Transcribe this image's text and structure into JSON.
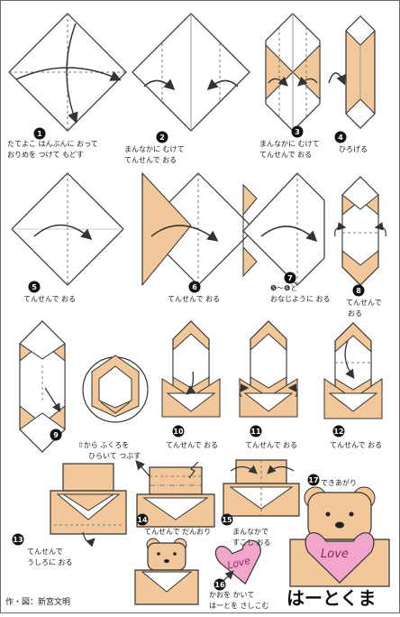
{
  "title": "はーとくま",
  "credit": "作・図：新宮文明",
  "colors": {
    "paper": "#f2c89a",
    "line": "#333333",
    "fold": "#7a7a7a",
    "white": "#ffffff",
    "heart": "#f2a6cc",
    "heartText": "#8c2a66"
  },
  "steps": [
    {
      "num": "1",
      "caption": [
        "たてよこ はんぶんに おって",
        "おりめを つけて もどす"
      ]
    },
    {
      "num": "2",
      "caption": [
        "まんなかに むけて",
        "てんせんで おる"
      ]
    },
    {
      "num": "3",
      "caption": [
        "まんなかに むけて",
        "てんせんで おる"
      ]
    },
    {
      "num": "4",
      "caption": [
        "ひろげる"
      ]
    },
    {
      "num": "5",
      "caption": [
        "てんせんで おる"
      ]
    },
    {
      "num": "6",
      "caption": [
        "てんせんで おる"
      ]
    },
    {
      "num": "7",
      "caption": [
        "❺～❻と",
        "おなじように おる"
      ]
    },
    {
      "num": "8",
      "caption": [
        "てんせんで",
        "おる"
      ]
    },
    {
      "num": "9",
      "caption": [
        "⇧から ふくろを",
        "ひらいて つぶす"
      ]
    },
    {
      "num": "10",
      "caption": [
        "てんせんで おる"
      ]
    },
    {
      "num": "11",
      "caption": [
        "てんせんで おる"
      ]
    },
    {
      "num": "12",
      "caption": [
        "てんせんで おる"
      ]
    },
    {
      "num": "13",
      "caption": [
        "てんせんで",
        "うしろに おる"
      ]
    },
    {
      "num": "14",
      "caption": [
        "てんせんで だんおり"
      ]
    },
    {
      "num": "15",
      "caption": [
        "まんなかで",
        "すこし おる"
      ]
    },
    {
      "num": "16",
      "caption": [
        "かおを かいて",
        "はーとを さしこむ"
      ]
    },
    {
      "num": "17",
      "caption": [
        "できあがり"
      ]
    }
  ],
  "heartLabel": "Love"
}
